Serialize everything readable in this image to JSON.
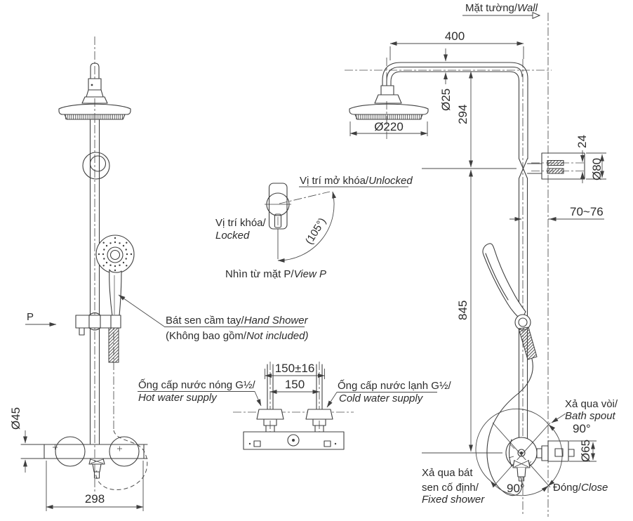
{
  "wall": {
    "label_vi": "Mặt tường/",
    "label_en": "Wall"
  },
  "front_view": {
    "marker": "P",
    "hand_shower": {
      "line1_vi": "Bát sen cầm tay/",
      "line1_en": "Hand Shower",
      "line2_vi": "(Không bao gồm/",
      "line2_en": "Not included)"
    },
    "dims": {
      "body_diameter": "Ø45",
      "body_width": "298"
    }
  },
  "detail_view": {
    "unlocked_vi": "Vị trí mở khóa/",
    "unlocked_en": "Unlocked",
    "locked_vi": "Vị trí khóa/",
    "locked_en": "Locked",
    "angle": "(105°)",
    "caption_vi": "Nhìn từ mặt P/",
    "caption_en": "View P"
  },
  "supply": {
    "dim_tolerance": "150±16",
    "dim_centers": "150",
    "hot_vi": "Ống cấp nước nóng G½/",
    "hot_en": "Hot water supply",
    "cold_vi": "Ống cấp nước lạnh G½/",
    "cold_en": "Cold water supply"
  },
  "side_view": {
    "dims": {
      "arm_reach": "400",
      "arm_pipe_diameter": "Ø25",
      "head_drop": "294",
      "head_diameter": "Ø220",
      "inlet_offset": "24",
      "flange_diameter": "Ø80",
      "wall_clearance": "70~76",
      "column_length": "845",
      "handle_diameter": "Ø65"
    },
    "angles": {
      "top": "90°",
      "bottom": "90°"
    },
    "bath_spout_vi": "Xả qua vòi/",
    "bath_spout_en": "Bath spout",
    "fixed_shower_l1": "Xả qua bát",
    "fixed_shower_l2": "sen cố định/",
    "fixed_shower_en": "Fixed shower",
    "close_vi": "Đóng/",
    "close_en": "Close"
  }
}
